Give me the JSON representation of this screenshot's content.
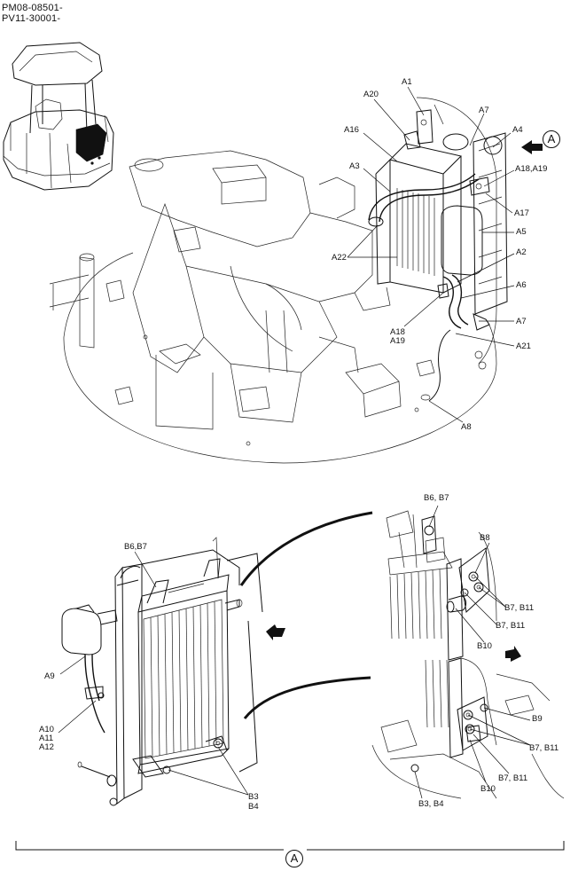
{
  "header": {
    "line1": "PM08-08501-",
    "line2": "PV11-30001-"
  },
  "callouts": {
    "view_a_top": "A",
    "view_a_bottom": "A"
  },
  "labels_top": {
    "a1": "A1",
    "a20": "A20",
    "a16": "A16",
    "a3": "A3",
    "a7_top": "A7",
    "a4": "A4",
    "a18_a19_right": "A18,A19",
    "a17": "A17",
    "a5": "A5",
    "a2": "A2",
    "a22": "A22",
    "a6": "A6",
    "a18_left": "A18",
    "a19_left": "A19",
    "a7_bottom": "A7",
    "a21": "A21",
    "a8": "A8"
  },
  "labels_bottom_left": {
    "b6_b7": "B6,B7",
    "a9": "A9",
    "a10": "A10",
    "a11": "A11",
    "a12": "A12",
    "b3": "B3",
    "b4": "B4"
  },
  "labels_bottom_right": {
    "b6_b7_top": "B6, B7",
    "b8": "B8",
    "b7_b11_a": "B7, B11",
    "b7_b11_b": "B7, B11",
    "b10_top": "B10",
    "b9": "B9",
    "b7_b11_c": "B7, B11",
    "b7_b11_d": "B7, B11",
    "b10_bottom": "B10",
    "b3_b4": "B3, B4"
  },
  "icons": {
    "view_arrow_top": "view-direction-arrow",
    "flow_arrow_mid": "flow-arrow",
    "flow_arrow_right": "flow-arrow"
  }
}
